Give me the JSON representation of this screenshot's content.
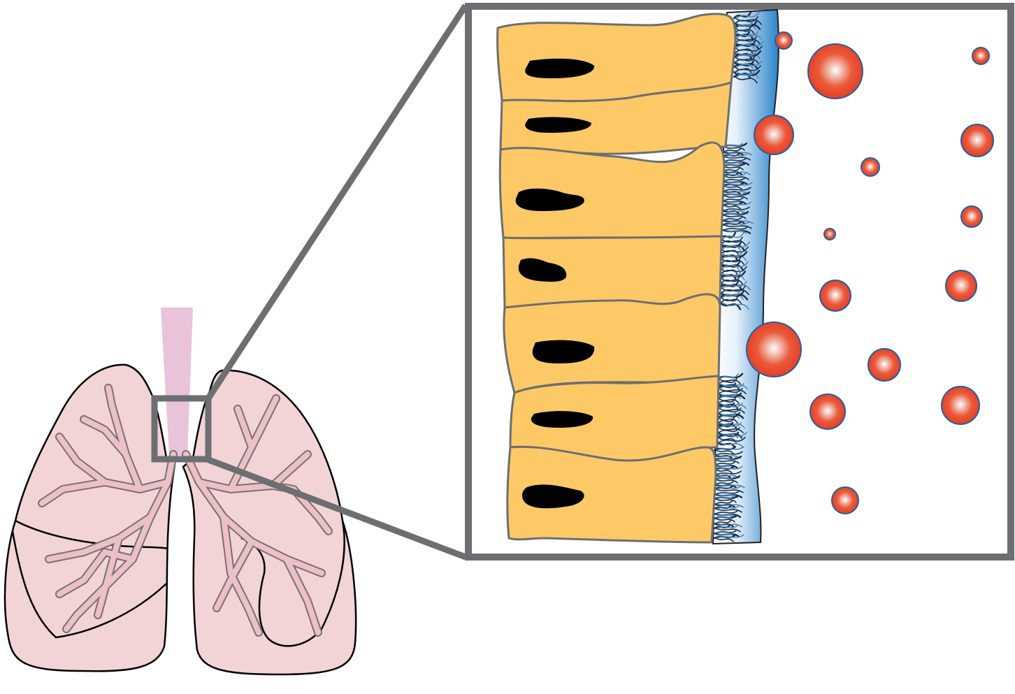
{
  "diagram": {
    "lungs": {
      "lobe_fill": "#f2d4d6",
      "bronchi_fill": "#ebc0c7",
      "trachea_fill": "#e8c3d9",
      "outline": "#000000",
      "branch_stroke": "#7d6f72"
    },
    "zoom": {
      "frame_color": "#6d6e71",
      "cells": [
        {
          "cilia": true
        },
        {
          "cilia": false
        },
        {
          "cilia": true
        },
        {
          "cilia": true
        },
        {
          "cilia": false
        },
        {
          "cilia": true
        },
        {
          "cilia": true
        }
      ],
      "cell_fill": "#fcc966",
      "cell_stroke": "#6d6e71",
      "nucleus_color": "#000000",
      "mucus_colors": [
        "#ffffff",
        "#2a83c9"
      ],
      "cilia_color": "#1a2e45",
      "particle_color": "#e63b1f",
      "particle_edge": "#1f5fa8",
      "particles": [
        {
          "r": "small"
        },
        {
          "r": "large"
        },
        {
          "r": "small"
        },
        {
          "r": "large"
        },
        {
          "r": "medium"
        },
        {
          "r": "small"
        },
        {
          "r": "small"
        },
        {
          "r": "medium"
        },
        {
          "r": "medium"
        },
        {
          "r": "medium"
        },
        {
          "r": "large"
        },
        {
          "r": "medium"
        },
        {
          "r": "medium"
        },
        {
          "r": "medium"
        },
        {
          "r": "medium"
        },
        {
          "r": "medium"
        }
      ]
    }
  }
}
